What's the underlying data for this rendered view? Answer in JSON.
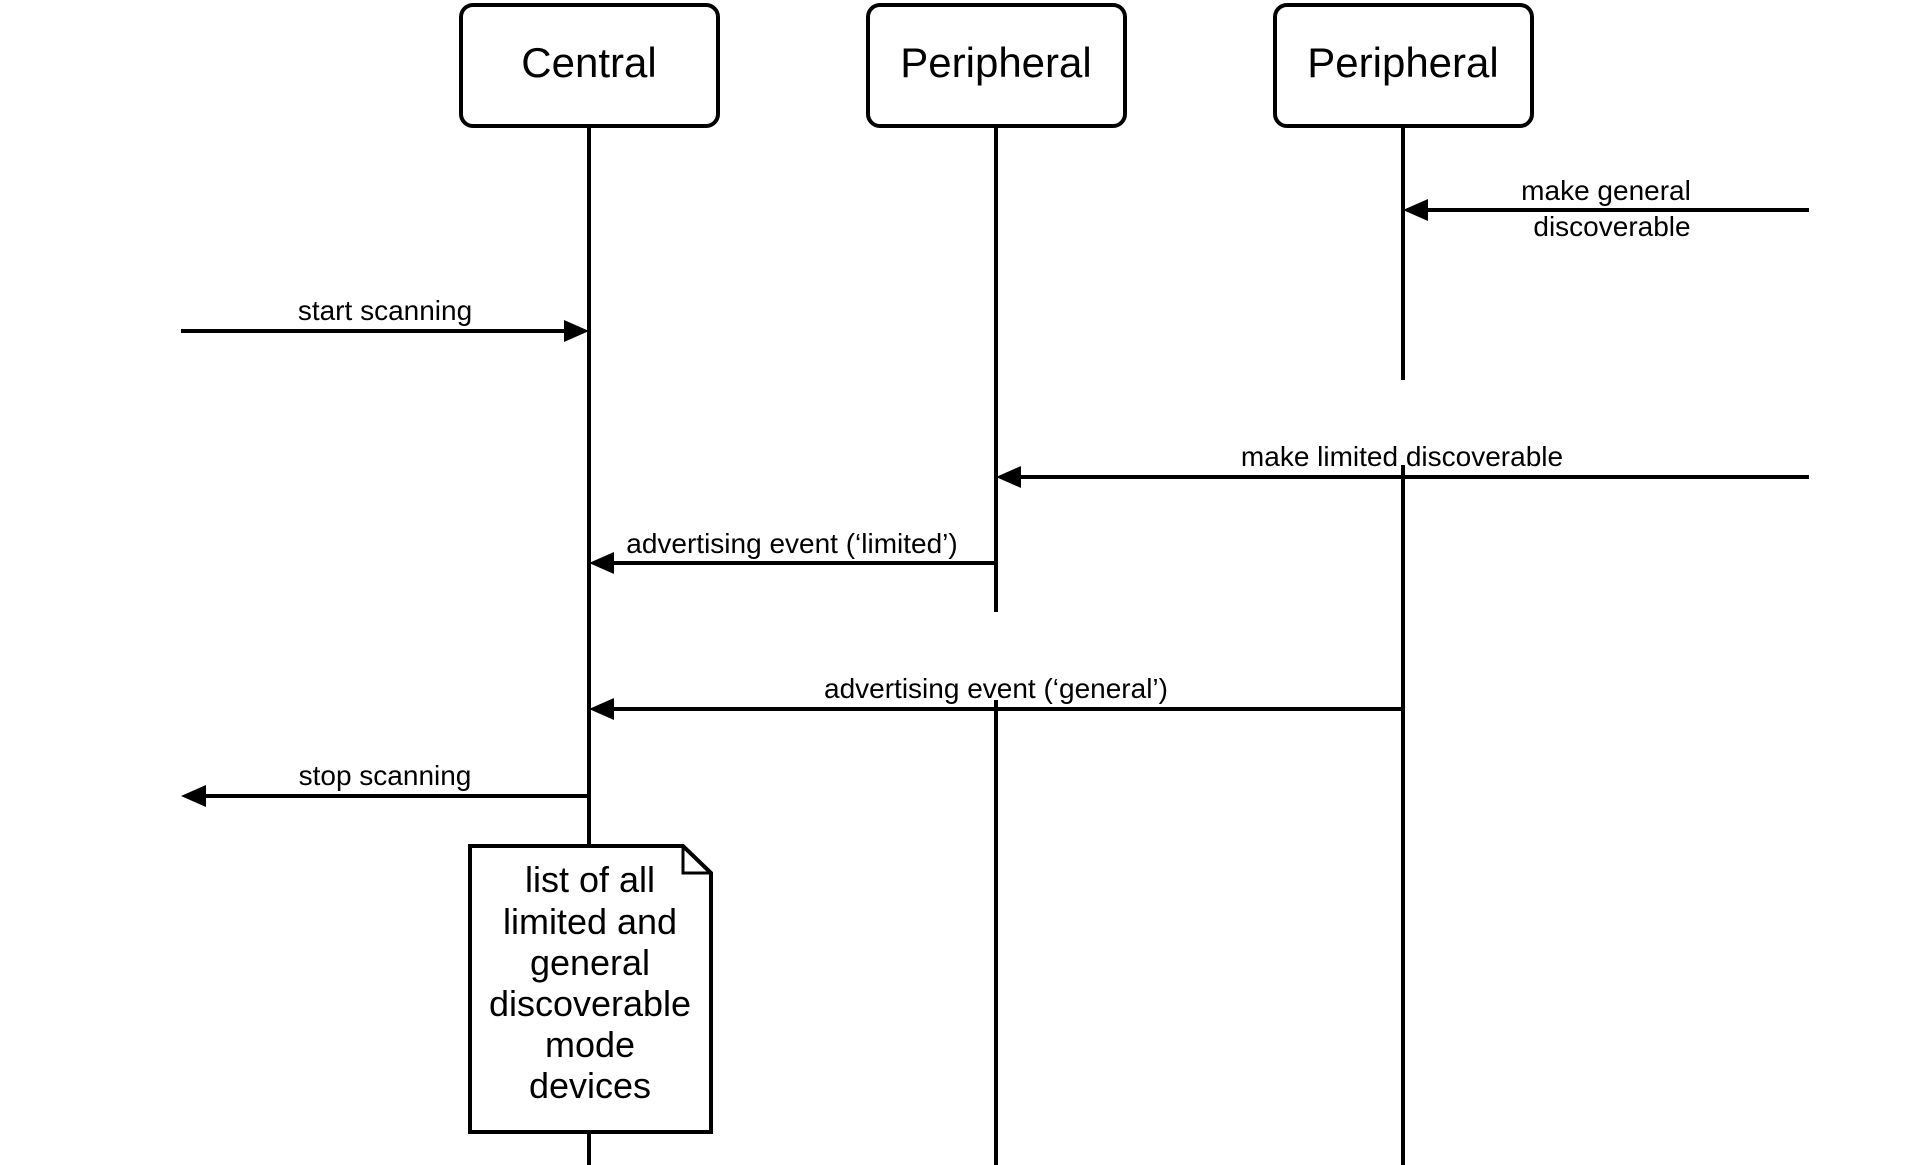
{
  "lifelines": [
    {
      "id": "central",
      "label": "Central"
    },
    {
      "id": "peripheral_1",
      "label": "Peripheral"
    },
    {
      "id": "peripheral_2",
      "label": "Peripheral"
    }
  ],
  "messages": [
    {
      "id": "make_general",
      "label": "make general\ndiscoverable",
      "from": "external-right",
      "to": "peripheral_2"
    },
    {
      "id": "start_scanning",
      "label": "start scanning",
      "from": "external-left",
      "to": "central"
    },
    {
      "id": "make_limited",
      "label": "make limited discoverable",
      "from": "external-right",
      "to": "peripheral_1"
    },
    {
      "id": "adv_limited",
      "label": "advertising event (‘limited’)",
      "from": "peripheral_1",
      "to": "central"
    },
    {
      "id": "adv_general",
      "label": "advertising event (‘general’)",
      "from": "peripheral_2",
      "to": "central"
    },
    {
      "id": "stop_scanning",
      "label": "stop scanning",
      "from": "central",
      "to": "external-left"
    }
  ],
  "note": {
    "lines": [
      "list of all",
      "limited and",
      "general",
      "discoverable",
      "mode",
      "devices"
    ]
  },
  "colors": {
    "stroke": "#000000",
    "background": "#ffffff"
  }
}
